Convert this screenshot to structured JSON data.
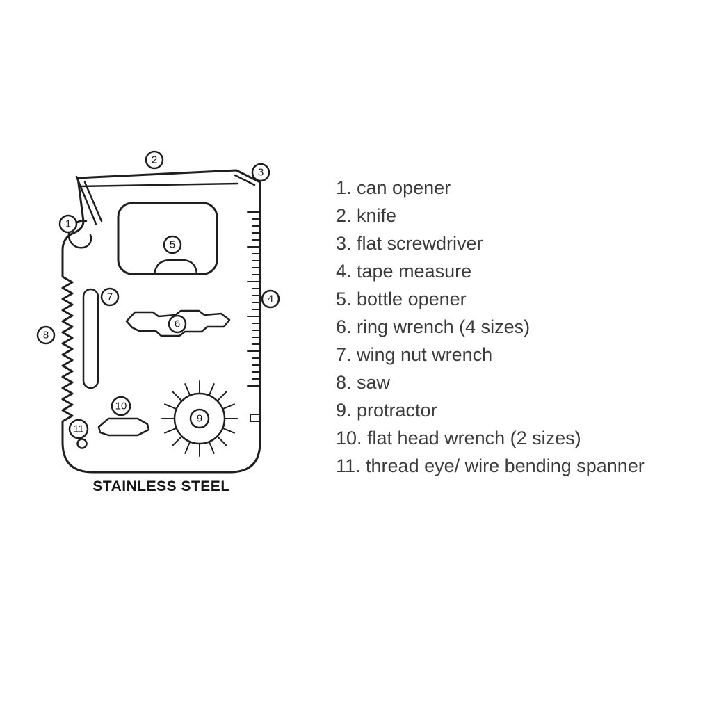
{
  "diagram": {
    "caption": "STAINLESS STEEL",
    "callouts": [
      "1",
      "2",
      "3",
      "4",
      "5",
      "6",
      "7",
      "8",
      "9",
      "10",
      "11"
    ]
  },
  "legend": {
    "items": [
      "1. can opener",
      "2. knife",
      "3. flat screwdriver",
      "4. tape measure",
      "5. bottle opener",
      "6. ring wrench (4 sizes)",
      "7. wing nut wrench",
      "8. saw",
      "9. protractor",
      "10. flat head wrench (2 sizes)",
      "11. thread eye/ wire bending spanner"
    ]
  }
}
